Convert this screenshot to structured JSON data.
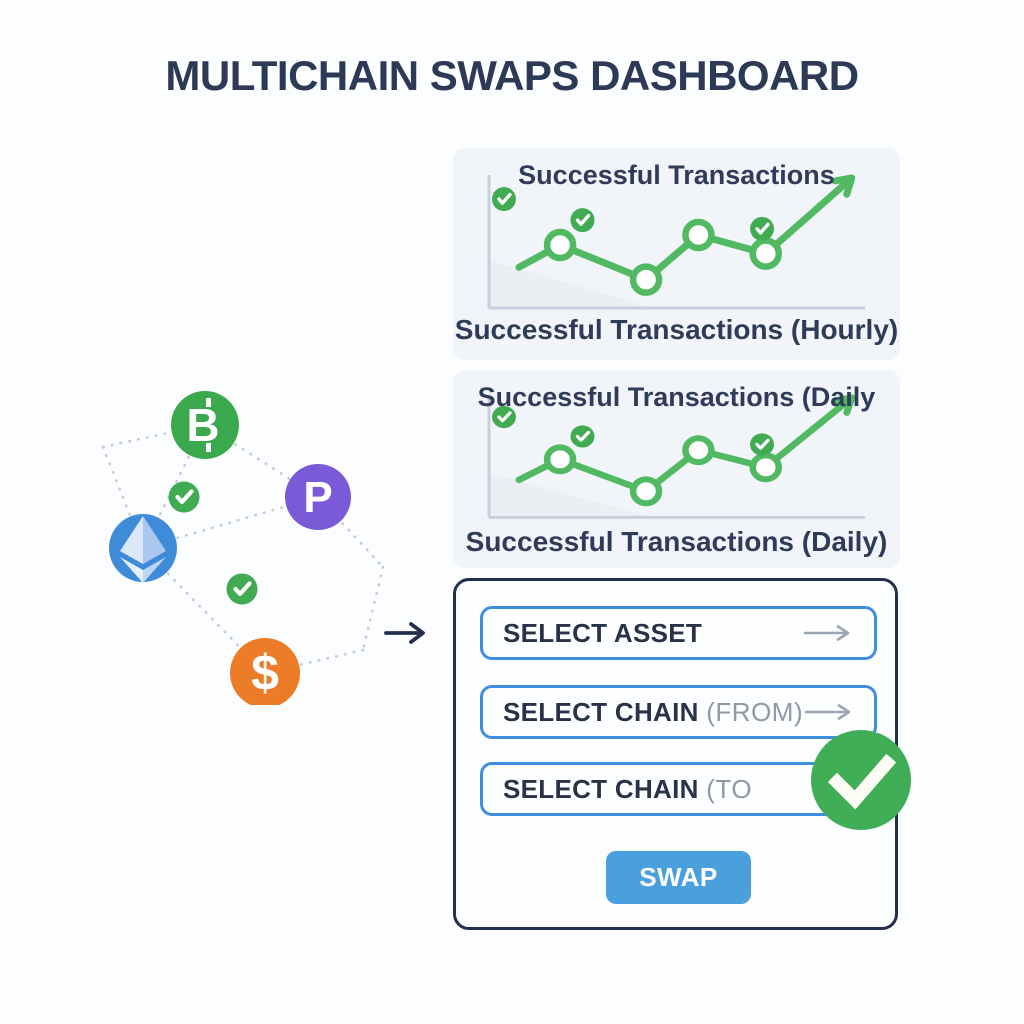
{
  "page": {
    "title": "MULTICHAIN SWAPS DASHBOARD",
    "background": "#fbfdfe"
  },
  "colors": {
    "title_navy": "#2d3a56",
    "card_background": "#f1f4f8",
    "chart_green": "#52b963",
    "check_green": "#41ab52",
    "axis_gray": "#c6cfdb",
    "panel_border_navy": "#22304d",
    "field_border_blue": "#3f8ede",
    "swap_button_blue": "#4aa0dc",
    "muted_gray": "#8e98a8",
    "dotted_line_gray": "#c4cbd8",
    "bitcoin_green": "#3aa94d",
    "polygon_purple": "#7a5ad6",
    "ethereum_blue": "#3e8bd8",
    "dollar_orange": "#ec7c27"
  },
  "network": {
    "nodes": [
      {
        "id": "bitcoin",
        "glyph": "B",
        "color": "#3aa94d"
      },
      {
        "id": "polygon",
        "glyph": "P",
        "color": "#7a5ad6"
      },
      {
        "id": "ethereum",
        "glyph": "",
        "color": "#3e8bd8"
      },
      {
        "id": "dollar",
        "glyph": "$",
        "color": "#ec7c27"
      }
    ],
    "check_badge_count": 2
  },
  "chart_data": [
    {
      "type": "line",
      "title": "Successful Transactions",
      "caption": "Successful Transactions (Hourly)",
      "x_pct": [
        8,
        19,
        42,
        56,
        74,
        97
      ],
      "values": [
        28,
        46,
        18,
        54,
        39,
        100
      ],
      "ylim": [
        0,
        100
      ],
      "axis_labels_visible": false,
      "grid": false,
      "legend": "none",
      "marker_points": [
        1,
        2,
        3,
        4
      ],
      "end_arrowhead": true,
      "check_badges": [
        [
          4,
          83
        ],
        [
          25,
          66
        ],
        [
          73,
          59
        ]
      ],
      "line_color": "#52b963"
    },
    {
      "type": "line",
      "title": "Successful Transactions (Daily",
      "caption": "Successful Transactions (Daily)",
      "x_pct": [
        8,
        19,
        42,
        56,
        74,
        97
      ],
      "values": [
        28,
        46,
        18,
        54,
        39,
        100
      ],
      "ylim": [
        0,
        100
      ],
      "axis_labels_visible": false,
      "grid": false,
      "legend": "none",
      "marker_points": [
        1,
        2,
        3,
        4
      ],
      "end_arrowhead": true,
      "check_badges": [
        [
          4,
          83
        ],
        [
          25,
          66
        ],
        [
          73,
          59
        ]
      ],
      "line_color": "#52b963"
    }
  ],
  "swap_form": {
    "fields": [
      {
        "label": "SELECT ASSET",
        "muted": ""
      },
      {
        "label": "SELECT CHAIN ",
        "muted": "(FROM)"
      },
      {
        "label": "SELECT CHAIN ",
        "muted": "(TO"
      }
    ],
    "button_label": "SWAP"
  }
}
